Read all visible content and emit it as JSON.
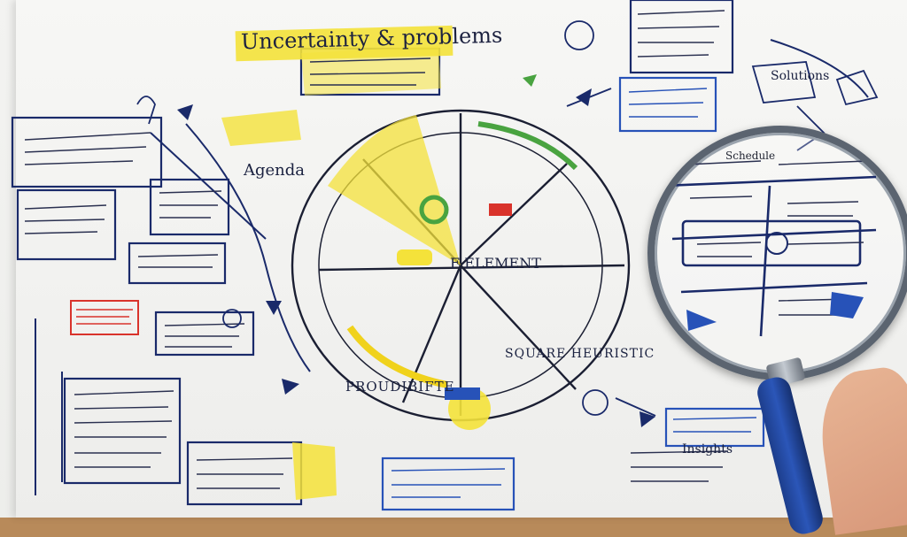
{
  "image": {
    "description_title": "Uncertainty & problems",
    "wheel_center_text": "F ELEMENT",
    "wheel_bottom_left": "PROUDIBIFTE",
    "wheel_bottom_right": "SQUARE HEURISTIC",
    "top_title": "Uncertainty & problems",
    "side_label": "Agenda",
    "lens_label": "Schedule",
    "top_right_note": "Solutions",
    "bottom_right_note": "Insights",
    "colors": {
      "yellow": "#f4e23a",
      "navy": "#1a2a6a",
      "blue": "#2752b8",
      "green": "#49a340",
      "red": "#d9332b"
    }
  }
}
